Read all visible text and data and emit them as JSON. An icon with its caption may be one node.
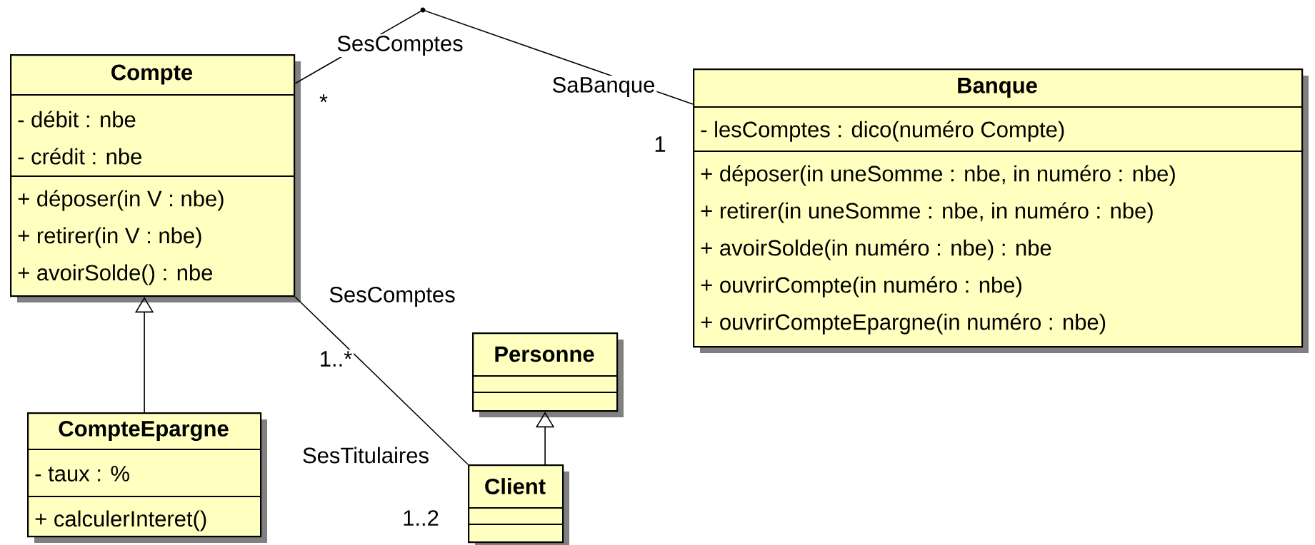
{
  "diagram": {
    "nodes": [
      {
        "text": [
          "Compte",
          "- débit : nbe",
          "- crédit : nbe",
          "+ déposer(in V : nbe)",
          "+ retirer(in V : nbe)",
          "+ avoirSolde() : nbe"
        ]
      },
      {
        "text": [
          "Banque",
          "- lesComptes : dico(numéro Compte)",
          "+ déposer(in uneSomme : nbe, in numéro : nbe)",
          "+ retirer(in uneSomme : nbe, in numéro : nbe)",
          "+ avoirSolde(in numéro : nbe) : nbe",
          "+ ouvrirCompte(in numéro : nbe)",
          "+ ouvrirCompteEpargne(in numéro : nbe)"
        ]
      },
      {
        "text": [
          "CompteEpargne",
          "- taux : %",
          "+ calculerInteret()"
        ]
      },
      {
        "text": [
          "Personne"
        ]
      },
      {
        "text": [
          "Client"
        ]
      }
    ],
    "edges": [
      {
        "from": 0,
        "to": 1,
        "arrow": "none"
      },
      {
        "from": 0,
        "to": 4,
        "arrow": "none"
      },
      {
        "from": 2,
        "to": 0,
        "arrow": "to"
      },
      {
        "from": 4,
        "to": 3,
        "arrow": "to"
      }
    ],
    "labels": [
      "SesComptes",
      "*",
      "SaBanque",
      "1",
      "SesComptes",
      "1..*",
      "SesTitulaires",
      "1..2"
    ]
  }
}
